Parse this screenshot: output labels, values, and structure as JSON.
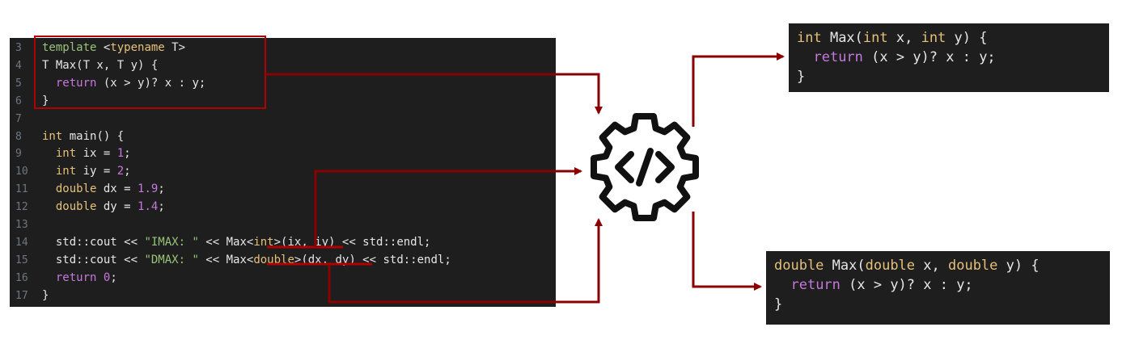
{
  "main_code": {
    "lines": [
      {
        "num": "3",
        "tokens": [
          {
            "t": "template ",
            "c": "tp"
          },
          {
            "t": "<",
            "c": "p"
          },
          {
            "t": "typename",
            "c": "k"
          },
          {
            "t": " T>",
            "c": "p"
          }
        ]
      },
      {
        "num": "4",
        "tokens": [
          {
            "t": "T Max(T x, T y) {",
            "c": "p"
          }
        ]
      },
      {
        "num": "5",
        "tokens": [
          {
            "t": "  ",
            "c": "p"
          },
          {
            "t": "return",
            "c": "kw"
          },
          {
            "t": " (x > y)? x : y;",
            "c": "p"
          }
        ]
      },
      {
        "num": "6",
        "tokens": [
          {
            "t": "}",
            "c": "p"
          }
        ]
      },
      {
        "num": "7",
        "tokens": []
      },
      {
        "num": "8",
        "tokens": [
          {
            "t": "int",
            "c": "k"
          },
          {
            "t": " main() {",
            "c": "p"
          }
        ]
      },
      {
        "num": "9",
        "tokens": [
          {
            "t": "  ",
            "c": "p"
          },
          {
            "t": "int",
            "c": "k"
          },
          {
            "t": " ix = ",
            "c": "p"
          },
          {
            "t": "1",
            "c": "n"
          },
          {
            "t": ";",
            "c": "p"
          }
        ]
      },
      {
        "num": "10",
        "tokens": [
          {
            "t": "  ",
            "c": "p"
          },
          {
            "t": "int",
            "c": "k"
          },
          {
            "t": " iy = ",
            "c": "p"
          },
          {
            "t": "2",
            "c": "n"
          },
          {
            "t": ";",
            "c": "p"
          }
        ]
      },
      {
        "num": "11",
        "tokens": [
          {
            "t": "  ",
            "c": "p"
          },
          {
            "t": "double",
            "c": "k"
          },
          {
            "t": " dx = ",
            "c": "p"
          },
          {
            "t": "1.9",
            "c": "n"
          },
          {
            "t": ";",
            "c": "p"
          }
        ]
      },
      {
        "num": "12",
        "tokens": [
          {
            "t": "  ",
            "c": "p"
          },
          {
            "t": "double",
            "c": "k"
          },
          {
            "t": " dy = ",
            "c": "p"
          },
          {
            "t": "1.4",
            "c": "n"
          },
          {
            "t": ";",
            "c": "p"
          }
        ]
      },
      {
        "num": "13",
        "tokens": []
      },
      {
        "num": "14",
        "tokens": [
          {
            "t": "  std::cout << ",
            "c": "p"
          },
          {
            "t": "\"IMAX: \"",
            "c": "s"
          },
          {
            "t": " << Max<",
            "c": "p"
          },
          {
            "t": "int",
            "c": "k"
          },
          {
            "t": ">(ix, iy) << std::endl;",
            "c": "p"
          }
        ]
      },
      {
        "num": "15",
        "tokens": [
          {
            "t": "  std::cout << ",
            "c": "p"
          },
          {
            "t": "\"DMAX: \"",
            "c": "s"
          },
          {
            "t": " << Max<",
            "c": "p"
          },
          {
            "t": "double",
            "c": "k"
          },
          {
            "t": ">(dx, dy) << std::endl;",
            "c": "p"
          }
        ]
      },
      {
        "num": "16",
        "tokens": [
          {
            "t": "  ",
            "c": "p"
          },
          {
            "t": "return",
            "c": "kw"
          },
          {
            "t": " ",
            "c": "p"
          },
          {
            "t": "0",
            "c": "n"
          },
          {
            "t": ";",
            "c": "p"
          }
        ]
      },
      {
        "num": "17",
        "tokens": [
          {
            "t": "}",
            "c": "p"
          }
        ]
      }
    ]
  },
  "output_int": {
    "lines": [
      [
        {
          "t": "int",
          "c": "k"
        },
        {
          "t": " Max(",
          "c": "p"
        },
        {
          "t": "int",
          "c": "k"
        },
        {
          "t": " x, ",
          "c": "p"
        },
        {
          "t": "int",
          "c": "k"
        },
        {
          "t": " y) {",
          "c": "p"
        }
      ],
      [
        {
          "t": "  ",
          "c": "p"
        },
        {
          "t": "return",
          "c": "kw"
        },
        {
          "t": " (x > y)? x : y;",
          "c": "p"
        }
      ],
      [
        {
          "t": "}",
          "c": "p"
        }
      ]
    ]
  },
  "output_double": {
    "lines": [
      [
        {
          "t": "double",
          "c": "k"
        },
        {
          "t": " Max(",
          "c": "p"
        },
        {
          "t": "double",
          "c": "k"
        },
        {
          "t": " x, ",
          "c": "p"
        },
        {
          "t": "double",
          "c": "k"
        },
        {
          "t": " y) {",
          "c": "p"
        }
      ],
      [
        {
          "t": "  ",
          "c": "p"
        },
        {
          "t": "return",
          "c": "kw"
        },
        {
          "t": " (x > y)? x : y;",
          "c": "p"
        }
      ],
      [
        {
          "t": "}",
          "c": "p"
        }
      ]
    ]
  },
  "center_icon": {
    "name": "gear-code-icon",
    "glyph": "</>"
  },
  "colors": {
    "arrow": "#8b0000",
    "editor_bg": "#1e1e1e"
  }
}
